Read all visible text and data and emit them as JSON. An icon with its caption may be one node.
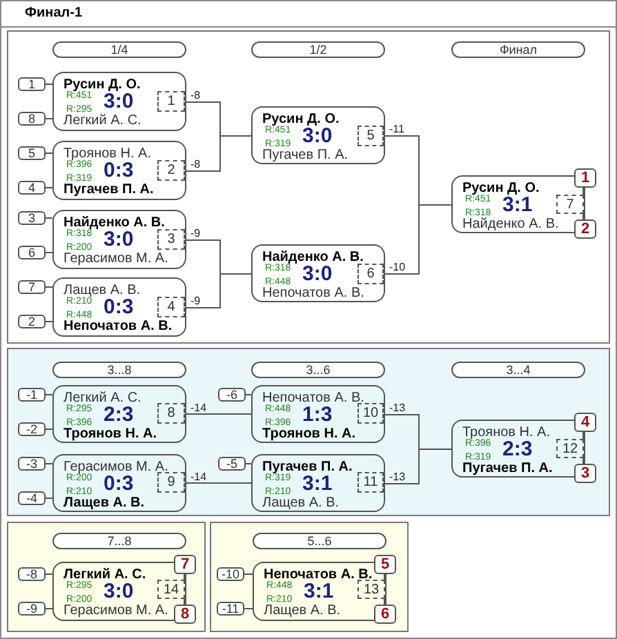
{
  "diagram": {
    "title": "Финал-1",
    "nodes": [
      {
        "text": [],
        "shape": "box"
      },
      {
        "text": [
          "1/4"
        ],
        "in": 0
      },
      {
        "text": [
          "1/2"
        ],
        "in": 0
      },
      {
        "text": [
          "Финал"
        ],
        "in": 0
      },
      {
        "text": [
          "1"
        ],
        "in": 0
      },
      {
        "text": [
          "8"
        ],
        "in": 0
      },
      {
        "text": [
          "Русин Д. О.",
          "R:451",
          "R:295",
          "3:0",
          "Легкий А. С."
        ],
        "in": 0
      },
      {
        "text": [
          "1"
        ],
        "in": 6
      },
      {
        "text": [
          "5"
        ],
        "in": 0
      },
      {
        "text": [
          "4"
        ],
        "in": 0
      },
      {
        "text": [
          "Троянов Н. А.",
          "R:396",
          "R:319",
          "0:3",
          "Пугачев П. А."
        ],
        "in": 0
      },
      {
        "text": [
          "2"
        ],
        "in": 10
      },
      {
        "text": [
          "3"
        ],
        "in": 0
      },
      {
        "text": [
          "6"
        ],
        "in": 0
      },
      {
        "text": [
          "Найденко А. В.",
          "R:318",
          "R:200",
          "3:0",
          "Герасимов М. А."
        ],
        "in": 0
      },
      {
        "text": [
          "3"
        ],
        "in": 14
      },
      {
        "text": [
          "7"
        ],
        "in": 0
      },
      {
        "text": [
          "2"
        ],
        "in": 0
      },
      {
        "text": [
          "Лащев А. В.",
          "R:210",
          "R:448",
          "0:3",
          "Непочатов А. В."
        ],
        "in": 0
      },
      {
        "text": [
          "4"
        ],
        "in": 18
      },
      {
        "text": [
          "Русин Д. О.",
          "R:451",
          "R:319",
          "3:0",
          "Пугачев П. А."
        ],
        "in": 0
      },
      {
        "text": [
          "5"
        ],
        "in": 20
      },
      {
        "text": [
          "Найденко А. В.",
          "R:318",
          "R:448",
          "3:0",
          "Непочатов А. В."
        ],
        "in": 0
      },
      {
        "text": [
          "6"
        ],
        "in": 22
      },
      {
        "text": [
          "Русин Д. О.",
          "R:451",
          "R:318",
          "3:1",
          "Найденко А. В."
        ],
        "in": 0
      },
      {
        "text": [
          "7"
        ],
        "in": 24
      },
      {
        "text": [
          "1"
        ],
        "in": 0
      },
      {
        "text": [
          "2"
        ],
        "in": 0
      },
      {
        "text": [],
        "shape": "box"
      },
      {
        "text": [
          "3...8"
        ],
        "in": 28
      },
      {
        "text": [
          "3...6"
        ],
        "in": 28
      },
      {
        "text": [
          "3...4"
        ],
        "in": 28
      },
      {
        "text": [
          "-1"
        ],
        "in": 28
      },
      {
        "text": [
          "-2"
        ],
        "in": 28
      },
      {
        "text": [
          "Легкий А. С.",
          "R:295",
          "R:396",
          "2:3",
          "Троянов Н. А."
        ],
        "in": 28
      },
      {
        "text": [
          "8"
        ],
        "in": 34
      },
      {
        "text": [
          "-3"
        ],
        "in": 28
      },
      {
        "text": [
          "-4"
        ],
        "in": 28
      },
      {
        "text": [
          "Герасимов М. А.",
          "R:200",
          "R:210",
          "0:3",
          "Лащев А. В."
        ],
        "in": 28
      },
      {
        "text": [
          "9"
        ],
        "in": 38
      },
      {
        "text": [
          "-6"
        ],
        "in": 28
      },
      {
        "text": [
          "Непочатов А. В.",
          "R:448",
          "R:396",
          "1:3",
          "Троянов Н. А."
        ],
        "in": 28
      },
      {
        "text": [
          "10"
        ],
        "in": 41
      },
      {
        "text": [
          "-5"
        ],
        "in": 28
      },
      {
        "text": [
          "Пугачев П. А.",
          "R:319",
          "R:210",
          "3:1",
          "Лащев А. В."
        ],
        "in": 28
      },
      {
        "text": [
          "11"
        ],
        "in": 44
      },
      {
        "text": [
          "Троянов Н. А.",
          "R:396",
          "R:319",
          "2:3",
          "Пугачев П. А."
        ],
        "in": 28
      },
      {
        "text": [
          "12"
        ],
        "in": 46
      },
      {
        "text": [
          "4"
        ],
        "in": 28
      },
      {
        "text": [
          "3"
        ],
        "in": 28
      },
      {
        "text": [],
        "shape": "box"
      },
      {
        "text": [
          "7...8"
        ],
        "in": 50
      },
      {
        "text": [
          "-8"
        ],
        "in": 50
      },
      {
        "text": [
          "-9"
        ],
        "in": 50
      },
      {
        "text": [
          "Легкий А. С.",
          "R:295",
          "R:200",
          "3:0",
          "Герасимов М. А."
        ],
        "in": 50
      },
      {
        "text": [
          "14"
        ],
        "in": 54
      },
      {
        "text": [
          "7"
        ],
        "in": 50
      },
      {
        "text": [
          "8"
        ],
        "in": 50
      },
      {
        "text": [],
        "shape": "box"
      },
      {
        "text": [
          "5...6"
        ],
        "in": 58
      },
      {
        "text": [
          "-10"
        ],
        "in": 58
      },
      {
        "text": [
          "-11"
        ],
        "in": 58
      },
      {
        "text": [
          "Непочатов А. В.",
          "R:448",
          "R:210",
          "3:1",
          "Лащев А. В."
        ],
        "in": 58
      },
      {
        "text": [
          "13"
        ],
        "in": 62
      },
      {
        "text": [
          "5"
        ],
        "in": 58
      },
      {
        "text": [
          "6"
        ],
        "in": 58
      }
    ],
    "edges": [
      {
        "from": 4,
        "to": 6,
        "arrow": "none"
      },
      {
        "from": 5,
        "to": 6,
        "arrow": "none"
      },
      {
        "from": 8,
        "to": 10,
        "arrow": "none"
      },
      {
        "from": 9,
        "to": 10,
        "arrow": "none"
      },
      {
        "from": 12,
        "to": 14,
        "arrow": "none"
      },
      {
        "from": 13,
        "to": 14,
        "arrow": "none"
      },
      {
        "from": 16,
        "to": 18,
        "arrow": "none"
      },
      {
        "from": 17,
        "to": 18,
        "arrow": "none"
      },
      {
        "from": 6,
        "to": 20,
        "arrow": "none",
        "label": "-8"
      },
      {
        "from": 10,
        "to": 20,
        "arrow": "none",
        "label": "-8"
      },
      {
        "from": 14,
        "to": 22,
        "arrow": "none",
        "label": "-9"
      },
      {
        "from": 18,
        "to": 22,
        "arrow": "none",
        "label": "-9"
      },
      {
        "from": 20,
        "to": 24,
        "arrow": "none",
        "label": "-11"
      },
      {
        "from": 22,
        "to": 24,
        "arrow": "none",
        "label": "-10"
      },
      {
        "from": 26,
        "to": 25,
        "arrow": "none"
      },
      {
        "from": 25,
        "to": 27,
        "arrow": "none"
      },
      {
        "from": 32,
        "to": 34,
        "arrow": "none"
      },
      {
        "from": 33,
        "to": 34,
        "arrow": "none"
      },
      {
        "from": 36,
        "to": 38,
        "arrow": "none"
      },
      {
        "from": 37,
        "to": 38,
        "arrow": "none"
      },
      {
        "from": 34,
        "to": 41,
        "arrow": "none",
        "label": "-14"
      },
      {
        "from": 40,
        "to": 41,
        "arrow": "none"
      },
      {
        "from": 38,
        "to": 44,
        "arrow": "none",
        "label": "-14"
      },
      {
        "from": 43,
        "to": 44,
        "arrow": "none"
      },
      {
        "from": 41,
        "to": 46,
        "arrow": "none",
        "label": "-13"
      },
      {
        "from": 44,
        "to": 46,
        "arrow": "none",
        "label": "-13"
      },
      {
        "from": 48,
        "to": 47,
        "arrow": "none"
      },
      {
        "from": 47,
        "to": 49,
        "arrow": "none"
      },
      {
        "from": 52,
        "to": 54,
        "arrow": "none"
      },
      {
        "from": 53,
        "to": 54,
        "arrow": "none"
      },
      {
        "from": 56,
        "to": 55,
        "arrow": "none"
      },
      {
        "from": 55,
        "to": 57,
        "arrow": "none"
      },
      {
        "from": 60,
        "to": 62,
        "arrow": "none"
      },
      {
        "from": 61,
        "to": 62,
        "arrow": "none"
      },
      {
        "from": 64,
        "to": 63,
        "arrow": "none"
      },
      {
        "from": 63,
        "to": 65,
        "arrow": "none"
      }
    ]
  }
}
